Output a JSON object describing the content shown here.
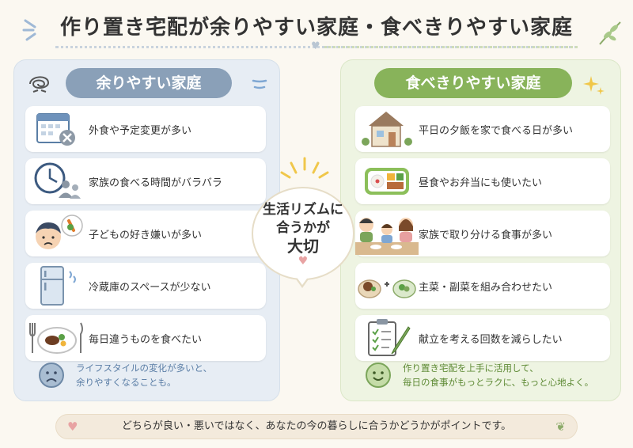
{
  "title": "作り置き宅配が余りやすい家庭・食べきりやすい家庭",
  "left_panel": {
    "heading": "余りやすい家庭",
    "items": [
      {
        "label": "外食や予定変更が多い",
        "icon": "calendar-cancel-icon"
      },
      {
        "label": "家族の食べる時間がバラバラ",
        "icon": "clock-family-icon"
      },
      {
        "label": "子どもの好き嫌いが多い",
        "icon": "picky-child-icon"
      },
      {
        "label": "冷蔵庫のスペースが少ない",
        "icon": "refrigerator-icon"
      },
      {
        "label": "毎日違うものを食べたい",
        "icon": "meal-plate-icon"
      }
    ],
    "footer_line1": "ライフスタイルの変化が多いと、",
    "footer_line2": "余りやすくなることも。",
    "footer_icon": "sad-face-icon"
  },
  "right_panel": {
    "heading": "食べきりやすい家庭",
    "items": [
      {
        "label": "平日の夕飯を家で食べる日が多い",
        "icon": "house-icon"
      },
      {
        "label": "昼食やお弁当にも使いたい",
        "icon": "bento-icon"
      },
      {
        "label": "家族で取り分ける食事が多い",
        "icon": "family-meal-icon"
      },
      {
        "label": "主菜・副菜を組み合わせたい",
        "icon": "dishes-combine-icon"
      },
      {
        "label": "献立を考える回数を減らしたい",
        "icon": "checklist-icon"
      }
    ],
    "footer_line1": "作り置き宅配を上手に活用して、",
    "footer_line2": "毎日の食事がもっとラクに、もっと心地よく。",
    "footer_icon": "smile-face-icon"
  },
  "center": {
    "line1": "生活リズムに",
    "line2": "合うかが",
    "line3": "大切"
  },
  "bottom_note": "どちらが良い・悪いではなく、あなたの今の暮らしに合うかどうかがポイントです。",
  "colors": {
    "left_accent": "#8aa0b8",
    "right_accent": "#88b35a",
    "left_bg": "#e7edf4",
    "right_bg": "#eef4e2",
    "background": "#fbf8f1"
  }
}
